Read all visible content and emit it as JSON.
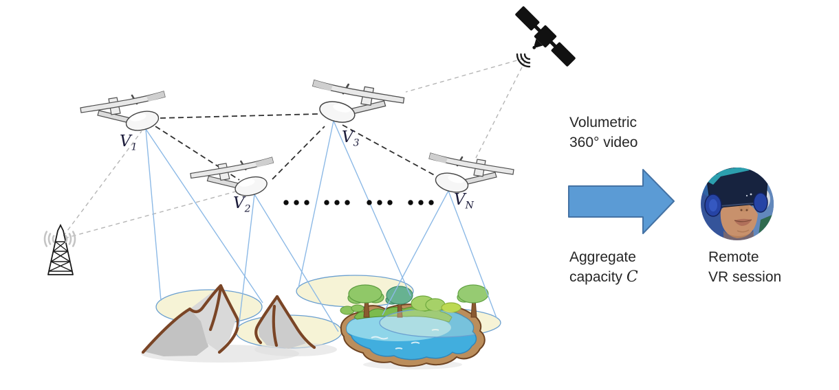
{
  "diagram": {
    "uavs": [
      {
        "label_base": "V",
        "label_sub": "1"
      },
      {
        "label_base": "V",
        "label_sub": "2"
      },
      {
        "label_base": "V",
        "label_sub": "3"
      },
      {
        "label_base": "V",
        "label_sub": "N"
      }
    ],
    "icons": {
      "uav": "fixed-wing-drone-icon",
      "satellite": "satellite-icon",
      "ground_station": "radio-tower-icon",
      "signal_waves": "signal-waves-icon",
      "ellipsis": "more-uavs-dots-icon"
    },
    "terrain_features": [
      "mountains",
      "lake",
      "trees"
    ],
    "camera_footprints": 4
  },
  "right_panel": {
    "stream": {
      "line1": "Volumetric",
      "line2": "360° video"
    },
    "capacity": {
      "line1": "Aggregate",
      "line2_prefix": "capacity ",
      "variable": "C"
    },
    "viewer": {
      "line1": "Remote",
      "line2": "VR session"
    },
    "arrow_icon": "right-arrow-icon",
    "photo": "vr-headset-user-photo"
  },
  "colors": {
    "arrow_fill": "#5b9bd5",
    "arrow_border": "#4472a4",
    "fov_line": "#8cb9e6",
    "footprint_fill": "#f6f3d6",
    "footprint_stroke": "#6a9fd0",
    "inter_uav_link": "#2f2f2f",
    "backhaul_link": "#b5b5b5",
    "uav_label": "#1b1b3a",
    "text": "#262626"
  }
}
